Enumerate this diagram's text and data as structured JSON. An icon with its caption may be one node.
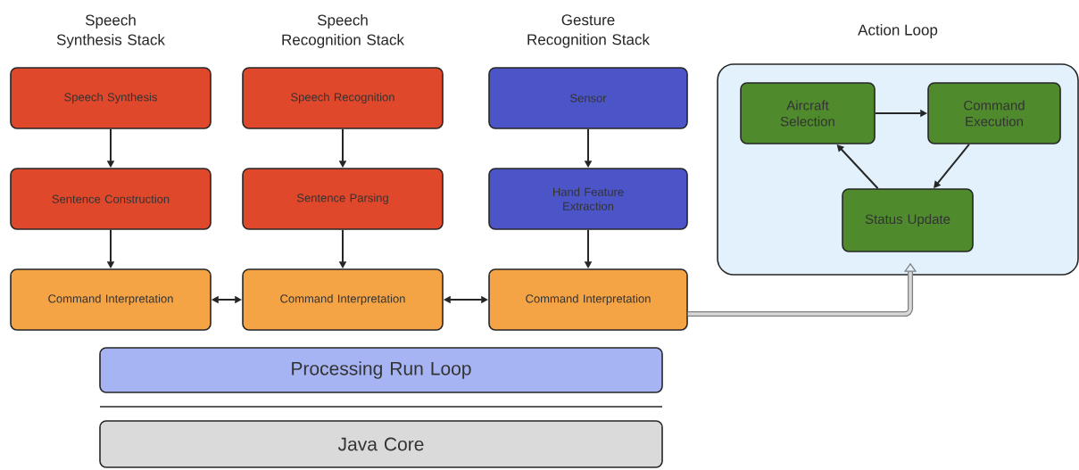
{
  "diagram": {
    "nodes": [
      {
        "text": [
          "Speech Synthesis"
        ]
      },
      {
        "text": [
          "Sentence Construction"
        ]
      },
      {
        "text": [
          "Command Interpretation"
        ]
      },
      {
        "text": [
          "Speech Recognition"
        ]
      },
      {
        "text": [
          "Sentence Parsing"
        ]
      },
      {
        "text": [
          "Command Interpretation"
        ]
      },
      {
        "text": [
          "Sensor"
        ]
      },
      {
        "text": [
          "Hand Feature Extraction"
        ]
      },
      {
        "text": [
          "Command Interpretation"
        ]
      },
      {
        "text": [
          "Action Loop"
        ]
      },
      {
        "text": [
          "Aircraft Selection"
        ],
        "in": 9
      },
      {
        "text": [
          "Command Execution"
        ],
        "in": 9
      },
      {
        "text": [
          "Status Update"
        ],
        "in": 9
      },
      {
        "text": [
          "Processing Run Loop"
        ]
      },
      {
        "text": [
          "Java Core"
        ]
      }
    ],
    "edges": [
      {
        "from": 0,
        "to": 1,
        "arrow": "to"
      },
      {
        "from": 1,
        "to": 2,
        "arrow": "to"
      },
      {
        "from": 3,
        "to": 4,
        "arrow": "to"
      },
      {
        "from": 4,
        "to": 5,
        "arrow": "to"
      },
      {
        "from": 6,
        "to": 7,
        "arrow": "to"
      },
      {
        "from": 7,
        "to": 8,
        "arrow": "to"
      },
      {
        "from": 2,
        "to": 5,
        "arrow": "both"
      },
      {
        "from": 5,
        "to": 8,
        "arrow": "both"
      },
      {
        "from": 8,
        "to": 9,
        "arrow": "to",
        "style": "thick",
        "color": "#808080"
      },
      {
        "from": 10,
        "to": 11,
        "arrow": "to"
      },
      {
        "from": 11,
        "to": 12,
        "arrow": "to"
      },
      {
        "from": 12,
        "to": 10,
        "arrow": "to"
      }
    ],
    "labels": [
      "Speech Synthesis Stack",
      "Speech Recognition Stack",
      "Gesture Recognition Stack"
    ]
  }
}
